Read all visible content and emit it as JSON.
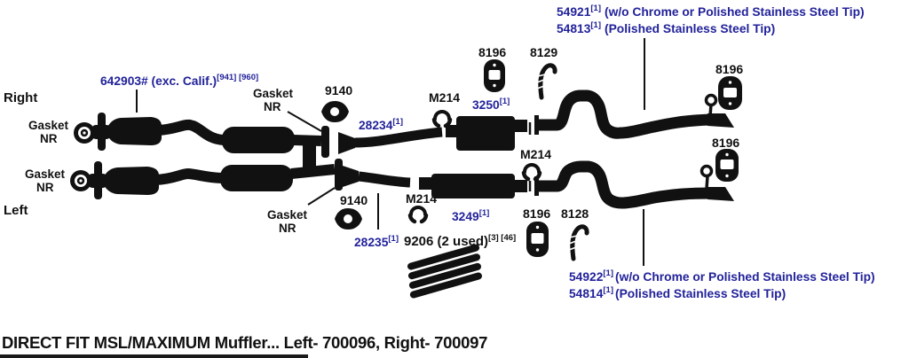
{
  "colors": {
    "part_number_blue": "#22229b",
    "diagram_black": "#111111",
    "background": "#ffffff"
  },
  "side_labels": {
    "right": "Right",
    "left": "Left"
  },
  "labels": {
    "gasket": "Gasket",
    "nr": "NR",
    "m214": "M214",
    "g9140": "9140",
    "b8196": "8196",
    "h8129": "8129",
    "h8128": "8128"
  },
  "callouts": {
    "tip_right_top": {
      "num": "54921",
      "sup": "[1]",
      "desc": "(w/o Chrome or Polished Stainless Steel Tip)"
    },
    "tip_right_top2": {
      "num": "54813",
      "sup": "[1]",
      "desc": "(Polished Stainless Steel Tip)"
    },
    "tip_right_bottom": {
      "num": "54922",
      "sup": "[1]",
      "desc": "(w/o Chrome or Polished Stainless Steel Tip)"
    },
    "tip_right_bottom2": {
      "num": "54814",
      "sup": "[1]",
      "desc": "(Polished Stainless Steel Tip)"
    },
    "converter": {
      "num": "642903# (exc. Calif.)",
      "sup": "[941] [960]"
    },
    "pipe_top": {
      "num": "28234",
      "sup": "[1]"
    },
    "pipe_bottom": {
      "num": "28235",
      "sup": "[1]"
    },
    "muffler_top": {
      "num": "3250",
      "sup": "[1]"
    },
    "muffler_bottom": {
      "num": "3249",
      "sup": "[1]"
    },
    "heat_shield": {
      "num": "9206 (2 used)",
      "sup": "[3] [46]"
    }
  },
  "caption": "DIRECT FIT MSL/MAXIMUM Muffler... Left- 700096, Right- 700097"
}
